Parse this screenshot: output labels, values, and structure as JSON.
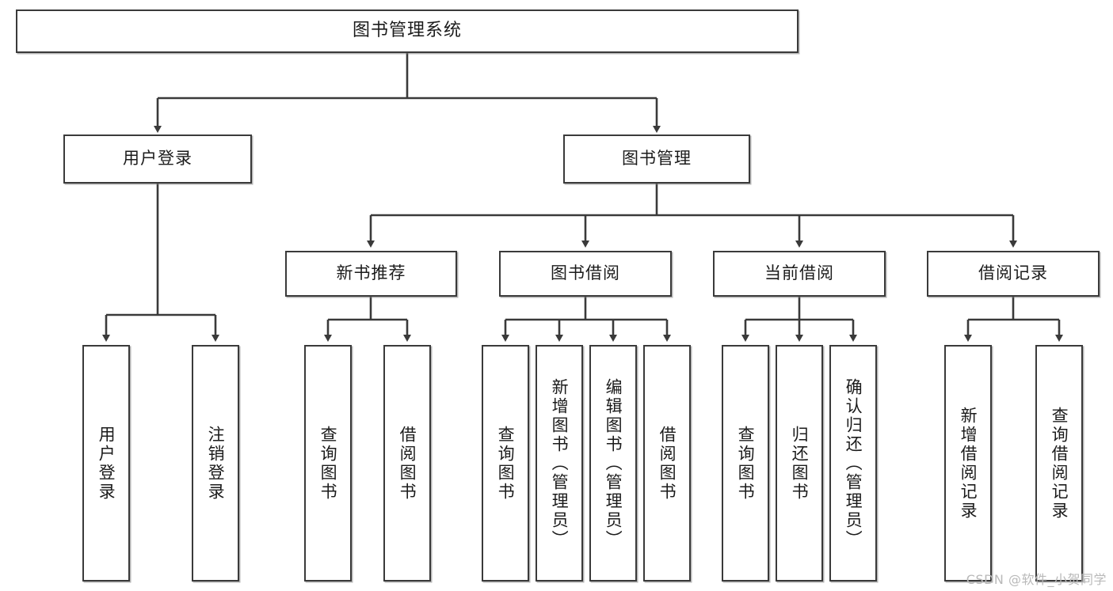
{
  "diagram": {
    "title": "图书管理系统",
    "watermark": "CSDN @软件_小贺同学",
    "colors": {
      "border": "#3a3a3a",
      "background": "#ffffff",
      "text": "#1b1b1b",
      "connector": "#3a3a3a",
      "watermark": "#b9b9b9"
    },
    "root": {
      "label": "图书管理系统"
    },
    "level2": [
      {
        "label": "用户登录"
      },
      {
        "label": "图书管理"
      }
    ],
    "level3": [
      {
        "label": "新书推荐"
      },
      {
        "label": "图书借阅"
      },
      {
        "label": "当前借阅"
      },
      {
        "label": "借阅记录"
      }
    ],
    "leaves": {
      "user_login": [
        {
          "label": "用户登录"
        },
        {
          "label": "注销登录"
        }
      ],
      "new_book_recommend": [
        {
          "label": "查询图书"
        },
        {
          "label": "借阅图书"
        }
      ],
      "book_borrow": [
        {
          "label": "查询图书"
        },
        {
          "label": "新增图书（管理员）"
        },
        {
          "label": "编辑图书（管理员）"
        },
        {
          "label": "借阅图书"
        }
      ],
      "current_borrow": [
        {
          "label": "查询图书"
        },
        {
          "label": "归还图书"
        },
        {
          "label": "确认归还（管理员）"
        }
      ],
      "borrow_records": [
        {
          "label": "新增借阅记录"
        },
        {
          "label": "查询借阅记录"
        }
      ]
    }
  }
}
